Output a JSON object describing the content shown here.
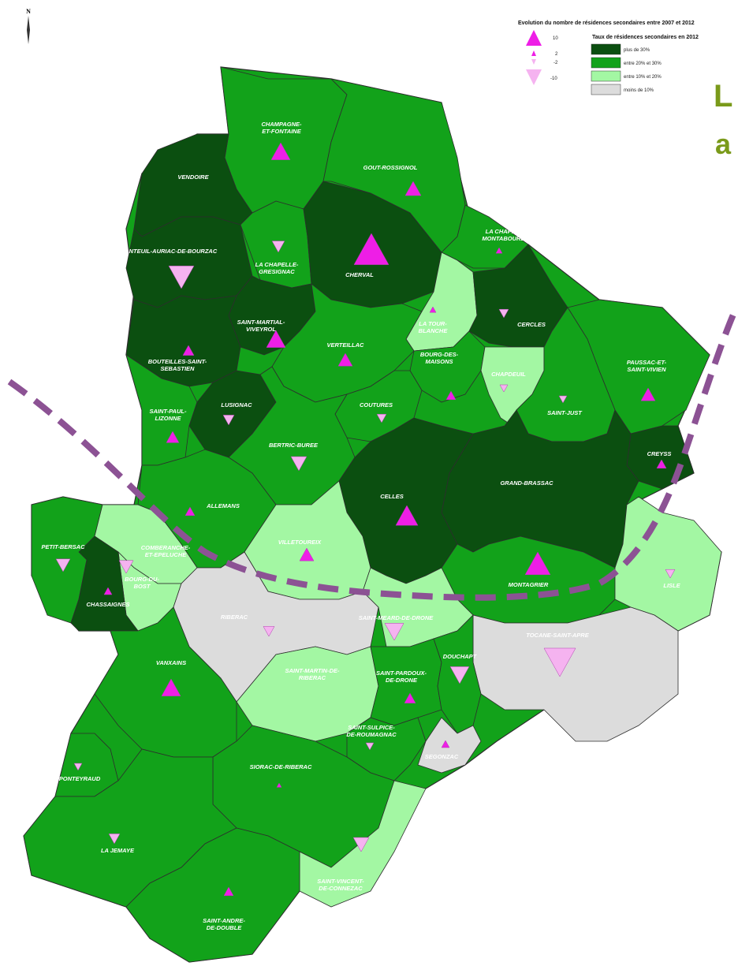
{
  "north_label": "N",
  "title_fragment_1": "L",
  "title_fragment_2": "a",
  "legend": {
    "evolution_title": "Evolution du nombre de résidences secondaires entre 2007 et 2012",
    "evolution_values": [
      "10",
      "2",
      "-2",
      "-10"
    ],
    "rate_title": "Taux de résidences secondaires en 2012",
    "classes": [
      {
        "label": "plus de 30%",
        "color": "#0b4f10"
      },
      {
        "label": "entre 20% et 30%",
        "color": "#12a21a"
      },
      {
        "label": "entre 10% et 20%",
        "color": "#a3f7a3"
      },
      {
        "label": "moins de 10%",
        "color": "#dcdcdc"
      }
    ]
  },
  "colors": {
    "increase": "#ee1ee6",
    "decrease": "#f5b3f0",
    "dashed_line": "#8c5294"
  },
  "communes": [
    {
      "name": "CHAMPAGNE-ET-FONTAINE",
      "lines": [
        "CHAMPAGNE-",
        "ET-FONTAINE"
      ],
      "class": 1,
      "change": "increase"
    },
    {
      "name": "VENDOIRE",
      "lines": [
        "VENDOIRE"
      ],
      "class": 0,
      "change": "none"
    },
    {
      "name": "GOUT-ROSSIGNOL",
      "lines": [
        "GOUT-ROSSIGNOL"
      ],
      "class": 1,
      "change": "increase"
    },
    {
      "name": "NANTEUIL-AURIAC-DE-BOURZAC",
      "lines": [
        "NANTEUIL-AURIAC-DE-BOURZAC"
      ],
      "class": 0,
      "change": "decrease"
    },
    {
      "name": "LA CHAPELLE-GRESIGNAC",
      "lines": [
        "LA CHAPELLE-",
        "GRESIGNAC"
      ],
      "class": 1,
      "change": "decrease"
    },
    {
      "name": "CHERVAL",
      "lines": [
        "CHERVAL"
      ],
      "class": 0,
      "change": "increase"
    },
    {
      "name": "LA CHAPELLE-MONTABOURLET",
      "lines": [
        "LA CHAPELLE-",
        "MONTABOURLET"
      ],
      "class": 1,
      "change": "increase"
    },
    {
      "name": "LA TOUR-BLANCHE",
      "lines": [
        "LA TOUR-",
        "BLANCHE"
      ],
      "class": 2,
      "change": "increase"
    },
    {
      "name": "CERCLES",
      "lines": [
        "CERCLES"
      ],
      "class": 0,
      "change": "decrease"
    },
    {
      "name": "SAINT-MARTIAL-VIVEYROL",
      "lines": [
        "SAINT-MARTIAL-",
        "VIVEYROL"
      ],
      "class": 0,
      "change": "increase"
    },
    {
      "name": "VERTEILLAC",
      "lines": [
        "VERTEILLAC"
      ],
      "class": 1,
      "change": "increase"
    },
    {
      "name": "BOUTEILLES-SAINT-SEBASTIEN",
      "lines": [
        "BOUTEILLES-SAINT-",
        "SEBASTIEN"
      ],
      "class": 0,
      "change": "increase"
    },
    {
      "name": "BOURG-DES-MAISONS",
      "lines": [
        "BOURG-DES-",
        "MAISONS"
      ],
      "class": 1,
      "change": "increase"
    },
    {
      "name": "CHAPDEUIL",
      "lines": [
        "CHAPDEUIL"
      ],
      "class": 2,
      "change": "decrease"
    },
    {
      "name": "PAUSSAC-ET-SAINT-VIVIEN",
      "lines": [
        "PAUSSAC-ET-",
        "SAINT-VIVIEN"
      ],
      "class": 1,
      "change": "increase"
    },
    {
      "name": "SAINT-PAUL-LIZONNE",
      "lines": [
        "SAINT-PAUL-",
        "LIZONNE"
      ],
      "class": 1,
      "change": "increase"
    },
    {
      "name": "LUSIGNAC",
      "lines": [
        "LUSIGNAC"
      ],
      "class": 0,
      "change": "decrease"
    },
    {
      "name": "COUTURES",
      "lines": [
        "COUTURES"
      ],
      "class": 1,
      "change": "decrease"
    },
    {
      "name": "SAINT-JUST",
      "lines": [
        "SAINT-JUST"
      ],
      "class": 1,
      "change": "decrease"
    },
    {
      "name": "BERTRIC-BUREE",
      "lines": [
        "BERTRIC-BUREE"
      ],
      "class": 1,
      "change": "decrease"
    },
    {
      "name": "CREYSS",
      "lines": [
        "CREYSS"
      ],
      "class": 0,
      "change": "increase"
    },
    {
      "name": "GRAND-BRASSAC",
      "lines": [
        "GRAND-BRASSAC"
      ],
      "class": 0,
      "change": "none"
    },
    {
      "name": "ALLEMANS",
      "lines": [
        "ALLEMANS"
      ],
      "class": 1,
      "change": "increase"
    },
    {
      "name": "CELLES",
      "lines": [
        "CELLES"
      ],
      "class": 0,
      "change": "increase"
    },
    {
      "name": "PETIT-BERSAC",
      "lines": [
        "PETIT-BERSAC"
      ],
      "class": 1,
      "change": "decrease"
    },
    {
      "name": "COMBERANCHE-ET-EPELUCHE",
      "lines": [
        "COMBERANCHE-",
        "ET-EPELUCHE"
      ],
      "class": 2,
      "change": "decrease"
    },
    {
      "name": "VILLETOUREIX",
      "lines": [
        "VILLETOUREIX"
      ],
      "class": 2,
      "change": "increase"
    },
    {
      "name": "BOURG-DU-BOST",
      "lines": [
        "BOURG-DU-",
        "BOST"
      ],
      "class": 2,
      "change": "none"
    },
    {
      "name": "CHASSAIGNES",
      "lines": [
        "CHASSAIGNES"
      ],
      "class": 0,
      "change": "increase"
    },
    {
      "name": "MONTAGRIER",
      "lines": [
        "MONTAGRIER"
      ],
      "class": 1,
      "change": "increase"
    },
    {
      "name": "LISLE",
      "lines": [
        "LISLE"
      ],
      "class": 2,
      "change": "decrease"
    },
    {
      "name": "RIBERAC",
      "lines": [
        "RIBERAC"
      ],
      "class": 3,
      "change": "decrease"
    },
    {
      "name": "SAINT-MEARD-DE-DRONE",
      "lines": [
        "SAINT-MEARD-DE-DRONE"
      ],
      "class": 2,
      "change": "decrease"
    },
    {
      "name": "TOCANE-SAINT-APRE",
      "lines": [
        "TOCANE-SAINT-APRE"
      ],
      "class": 3,
      "change": "decrease"
    },
    {
      "name": "SAINT-MARTIN-DE-RIBERAC",
      "lines": [
        "SAINT-MARTIN-DE-",
        "RIBERAC"
      ],
      "class": 2,
      "change": "none"
    },
    {
      "name": "VANXAINS",
      "lines": [
        "VANXAINS"
      ],
      "class": 1,
      "change": "increase"
    },
    {
      "name": "SAINT-PARDOUX-DE-DRONE",
      "lines": [
        "SAINT-PARDOUX-",
        "DE-DRONE"
      ],
      "class": 1,
      "change": "increase"
    },
    {
      "name": "DOUCHAPT",
      "lines": [
        "DOUCHAPT"
      ],
      "class": 1,
      "change": "decrease"
    },
    {
      "name": "SAINT-SULPICE-DE-ROUMAGNAC",
      "lines": [
        "SAINT-SULPICE-",
        "DE-ROUMAGNAC"
      ],
      "class": 1,
      "change": "decrease"
    },
    {
      "name": "SEGONZAC",
      "lines": [
        "SEGONZAC"
      ],
      "class": 3,
      "change": "increase"
    },
    {
      "name": "PONTEYRAUD",
      "lines": [
        "PONTEYRAUD"
      ],
      "class": 1,
      "change": "decrease"
    },
    {
      "name": "SIORAC-DE-RIBERAC",
      "lines": [
        "SIORAC-DE-RIBERAC"
      ],
      "class": 1,
      "change": "increase"
    },
    {
      "name": "LA JEMAYE",
      "lines": [
        "LA JEMAYE"
      ],
      "class": 1,
      "change": "decrease"
    },
    {
      "name": "SAINT-VINCENT-DE-CONNEZAC",
      "lines": [
        "SAINT-VINCENT-",
        "DE-CONNEZAC"
      ],
      "class": 2,
      "change": "decrease"
    },
    {
      "name": "SAINT-ANDRE-DE-DOUBLE",
      "lines": [
        "SAINT-ANDRE-",
        "DE-DOUBLE"
      ],
      "class": 1,
      "change": "increase"
    }
  ]
}
